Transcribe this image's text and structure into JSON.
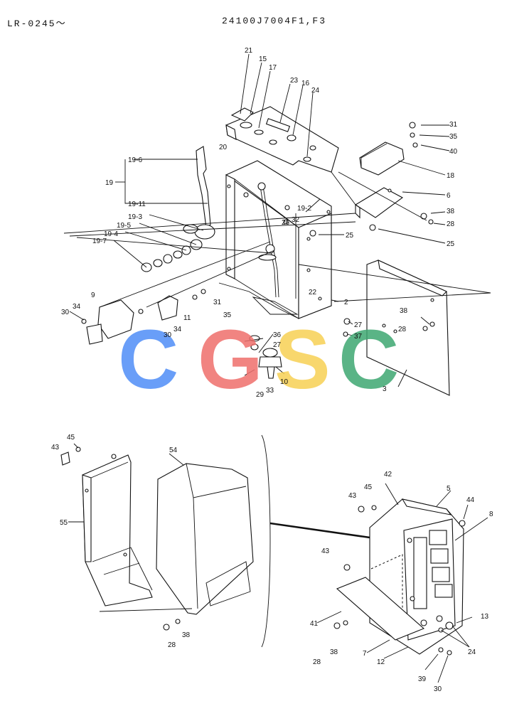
{
  "header": {
    "model": "LR-0245〜",
    "part_number": "24100J7004F1,F3"
  },
  "watermark": {
    "letters": [
      "C",
      "G",
      "S",
      "C"
    ],
    "colors": [
      "#4f8ef7",
      "#ef6f6c",
      "#f7d154",
      "#3ea872"
    ]
  },
  "callouts_top": [
    "21",
    "15",
    "17",
    "23",
    "16",
    "24",
    "31",
    "35",
    "40",
    "18",
    "6",
    "38",
    "28",
    "25",
    "20",
    "19-2",
    "32",
    "26",
    "25",
    "19-6",
    "19",
    "19-11",
    "19-3",
    "19-5",
    "19-4",
    "19-7",
    "22",
    "2",
    "9",
    "34",
    "30",
    "11",
    "34",
    "30",
    "35",
    "31",
    "36",
    "27",
    "33",
    "29",
    "10",
    "27",
    "37",
    "38",
    "28",
    "3"
  ],
  "callouts_bottom": [
    "45",
    "43",
    "54",
    "55",
    "38",
    "28",
    "42",
    "5",
    "45",
    "43",
    "44",
    "8",
    "43",
    "41",
    "38",
    "28",
    "7",
    "12",
    "13",
    "24",
    "39",
    "30"
  ]
}
